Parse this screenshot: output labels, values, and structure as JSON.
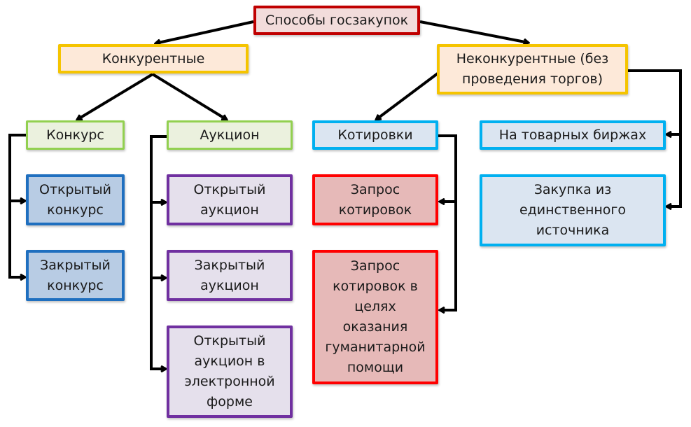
{
  "diagram": {
    "root": {
      "label": "Способы госзакупок"
    },
    "categories": [
      {
        "id": "competitive",
        "label": "Конкурентные"
      },
      {
        "id": "noncompetitive",
        "label": "Неконкурентные (без\nпроведения торгов)"
      }
    ],
    "groups": [
      {
        "id": "konkurs",
        "label": "Конкурс"
      },
      {
        "id": "auction",
        "label": "Аукцион"
      },
      {
        "id": "quotes",
        "label": "Котировки"
      },
      {
        "id": "exchange",
        "label": "На товарных биржах"
      },
      {
        "id": "single",
        "label": "Закупка из\nединственного\nисточника"
      }
    ],
    "leaves": [
      {
        "id": "open-konkurs",
        "label": "Открытый\nконкурс"
      },
      {
        "id": "closed-konkurs",
        "label": "Закрытый\nконкурс"
      },
      {
        "id": "open-auction",
        "label": "Открытый\nаукцион"
      },
      {
        "id": "closed-auction",
        "label": "Закрытый\nаукцион"
      },
      {
        "id": "e-auction",
        "label": "Открытый\nаукцион в\nэлектронной\nформе"
      },
      {
        "id": "quote-request",
        "label": "Запрос\nкотировок"
      },
      {
        "id": "humanitarian-quote",
        "label": "Запрос\nкотировок в\nцелях\nоказания\nгуманитарной\nпомощи"
      }
    ],
    "edges": [
      [
        "root",
        "competitive"
      ],
      [
        "root",
        "noncompetitive"
      ],
      [
        "competitive",
        "konkurs"
      ],
      [
        "competitive",
        "auction"
      ],
      [
        "noncompetitive",
        "quotes"
      ],
      [
        "noncompetitive",
        "exchange"
      ],
      [
        "noncompetitive",
        "single"
      ],
      [
        "konkurs",
        "open-konkurs"
      ],
      [
        "konkurs",
        "closed-konkurs"
      ],
      [
        "auction",
        "open-auction"
      ],
      [
        "auction",
        "closed-auction"
      ],
      [
        "auction",
        "e-auction"
      ],
      [
        "quotes",
        "quote-request"
      ],
      [
        "quotes",
        "humanitarian-quote"
      ]
    ],
    "colors": {
      "root_border": "#c00000",
      "root_fill": "#f2dcdb",
      "category_border": "#f5c400",
      "category_fill": "#fde9d9",
      "group_green_border": "#92d050",
      "group_green_fill": "#ebf1de",
      "group_blue_border": "#00b0f0",
      "group_blue_fill": "#dbe5f1",
      "leaf_blue_border": "#1f6fbf",
      "leaf_blue_fill": "#b8cce4",
      "leaf_purple_border": "#7030a0",
      "leaf_purple_fill": "#e5e0ec",
      "leaf_red_border": "#ff0000",
      "leaf_red_fill": "#e6b9b8",
      "arrow": "#000000"
    }
  }
}
